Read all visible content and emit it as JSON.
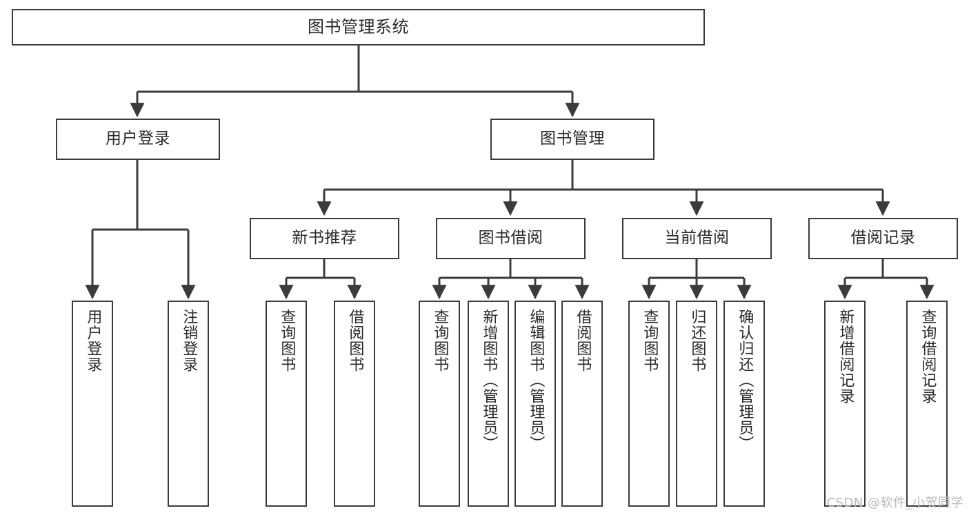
{
  "diagram": {
    "title": "图书管理系统",
    "type": "tree-hierarchy-diagram",
    "colors": {
      "box_border": "#3b3b3b",
      "box_fill": "#ffffff",
      "edge": "#3b3b3b",
      "text": "#2b2b2b",
      "watermark": "#b9b9b9",
      "background": "#ffffff"
    },
    "watermark": "CSDN @软件_小贺同学",
    "nodes": {
      "root": {
        "label": "图书管理系统"
      },
      "level2": [
        {
          "label": "用户登录"
        },
        {
          "label": "图书管理"
        }
      ],
      "level3": [
        {
          "label": "新书推荐"
        },
        {
          "label": "图书借阅"
        },
        {
          "label": "当前借阅"
        },
        {
          "label": "借阅记录"
        }
      ],
      "leaves_user_login": [
        {
          "label": "用户登录"
        },
        {
          "label": "注销登录"
        }
      ],
      "leaves_new_book": [
        {
          "label": "查询图书"
        },
        {
          "label": "借阅图书"
        }
      ],
      "leaves_borrow": [
        {
          "label": "查询图书"
        },
        {
          "label": "新增图书（管理员）"
        },
        {
          "label": "编辑图书（管理员）"
        },
        {
          "label": "借阅图书"
        }
      ],
      "leaves_current": [
        {
          "label": "查询图书"
        },
        {
          "label": "归还图书"
        },
        {
          "label": "确认归还（管理员）"
        }
      ],
      "leaves_records": [
        {
          "label": "新增借阅记录"
        },
        {
          "label": "查询借阅记录"
        }
      ]
    }
  }
}
